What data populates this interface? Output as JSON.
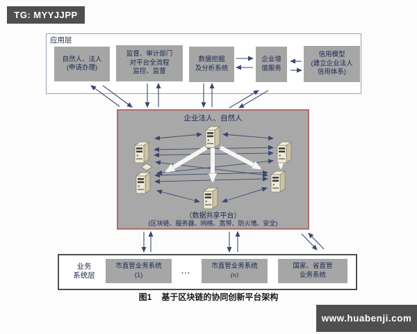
{
  "watermarks": {
    "top_left": "TG: MYYJJPP",
    "bottom_right": "www.huabenji.com"
  },
  "app_layer": {
    "label": "应用层",
    "nodes": [
      {
        "lines": [
          "自然人、法人",
          "(申请办理)"
        ]
      },
      {
        "lines": [
          "监督、审计部门",
          "对平台全流程",
          "监控、监督"
        ]
      },
      {
        "lines": [
          "数据挖掘",
          "及分析系统"
        ]
      },
      {
        "lines": [
          "企业增",
          "值服务"
        ]
      },
      {
        "lines": [
          "信用模型",
          "(建立企业法人",
          "信用体系)"
        ]
      }
    ]
  },
  "platform": {
    "title": "企业法人、自然人",
    "subtitle": "（数据共享平台）",
    "components": "(区块链、服务器、网络、宽带、防火墙、安全)"
  },
  "business_layer": {
    "label_line1": "业务",
    "label_line2": "系统层",
    "ellipsis": "…",
    "nodes": [
      {
        "lines": [
          "市直管业务系统",
          "(1)"
        ]
      },
      {
        "lines": [
          "市直管业务系统",
          "(n)"
        ]
      },
      {
        "lines": [
          "国家、省直管",
          "业务系统"
        ]
      }
    ]
  },
  "figure": {
    "prefix": "图1",
    "title": "基于区块链的协同创新平台架构"
  },
  "colors": {
    "node_gray": "#a6a6a6",
    "platform_bg": "#a8a8a8",
    "platform_border": "#b36a6a",
    "arrow": "#39486e",
    "badge_bg": "#4f4f4f"
  }
}
